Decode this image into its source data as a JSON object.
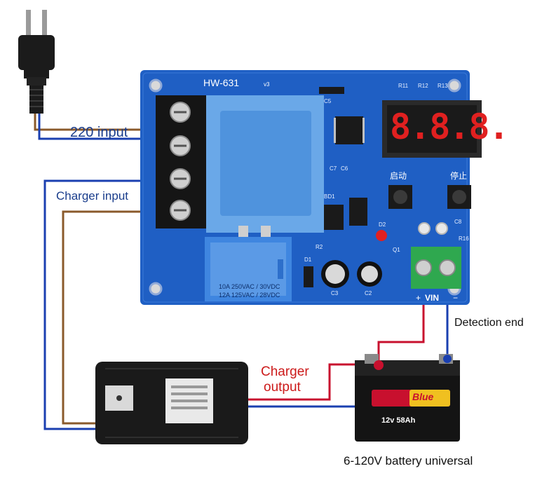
{
  "labels": {
    "ac_input": "220 input",
    "charger_input": "Charger input",
    "detection_end": "Detection end",
    "charger_output_line1": "Charger",
    "charger_output_line2": "output",
    "battery_caption": "6-120V battery universal"
  },
  "board": {
    "model": "HW-631",
    "version": "v3",
    "display_digits": "8.8.8.",
    "start_button": "启动",
    "stop_button": "停止",
    "relay_line1": "10A  250VAC / 30VDC",
    "relay_line2": "12A  125VAC / 28VDC",
    "vin_label": "VIN",
    "vin_plus": "+",
    "vin_minus": "−",
    "silk": {
      "r11": "R11",
      "r12": "R12",
      "r13": "R13",
      "c5": "C5",
      "c7": "C7",
      "c6": "C6",
      "bd1": "BD1",
      "d2": "D2",
      "r2": "R2",
      "d1": "D1",
      "c3": "C3",
      "c2": "C2",
      "r16": "R16",
      "c8": "C8",
      "q1": "Q1"
    }
  },
  "battery": {
    "brand": "Blue",
    "spec": "12v 58Ah"
  },
  "colors": {
    "board_blue": "#1f5fc4",
    "wire_blue": "#1a3fb0",
    "wire_brown": "#8a5a2b",
    "wire_red": "#c8102e",
    "terminal_green": "#2fa84f",
    "display_red": "#e02020"
  },
  "icons": {
    "plug": "power-plug-icon",
    "adapter": "charger-adapter-icon",
    "battery": "car-battery-icon"
  }
}
